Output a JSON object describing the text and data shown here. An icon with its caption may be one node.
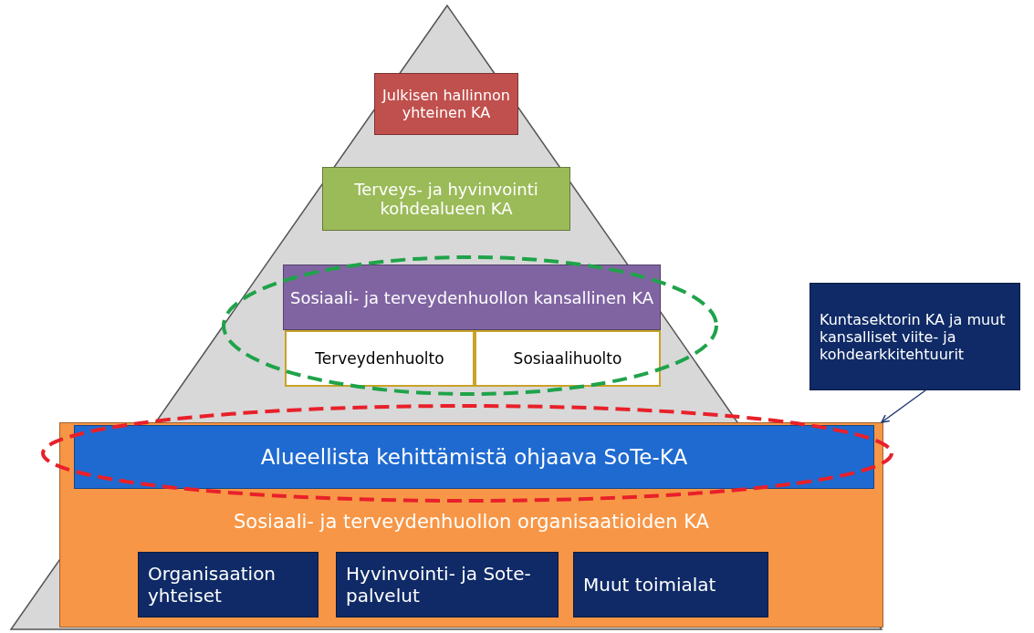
{
  "diagram": {
    "nodes": [
      {
        "text": [
          "Julkisen hallinnon yhteinen KA"
        ]
      },
      {
        "text": [
          "Terveys- ja hyvinvointi kohdealueen KA"
        ]
      },
      {
        "text": [
          "Sosiaali- ja terveydenhuollon kansallinen KA"
        ]
      },
      {
        "text": [
          "Terveydenhuolto"
        ]
      },
      {
        "text": [
          "Sosiaalihuolto"
        ]
      },
      {
        "text": [
          "Kuntasektorin KA ja muut kansalliset viite- ja kohdearkkitehtuurit"
        ]
      },
      {
        "text": [
          "Sosiaali- ja terveydenhuollon organisaatioiden KA"
        ]
      },
      {
        "text": [
          "Alueellista kehittämistä ohjaava SoTe-KA"
        ],
        "in": 6
      },
      {
        "text": [
          "Organisaation yhteiset"
        ],
        "in": 6
      },
      {
        "text": [
          "Hyvinvointi- ja Sote-palvelut"
        ],
        "in": 6
      },
      {
        "text": [
          "Muut toimialat"
        ],
        "in": 6
      }
    ],
    "edges": [
      {
        "from": 5,
        "to": 6,
        "arrow": "to"
      }
    ]
  }
}
